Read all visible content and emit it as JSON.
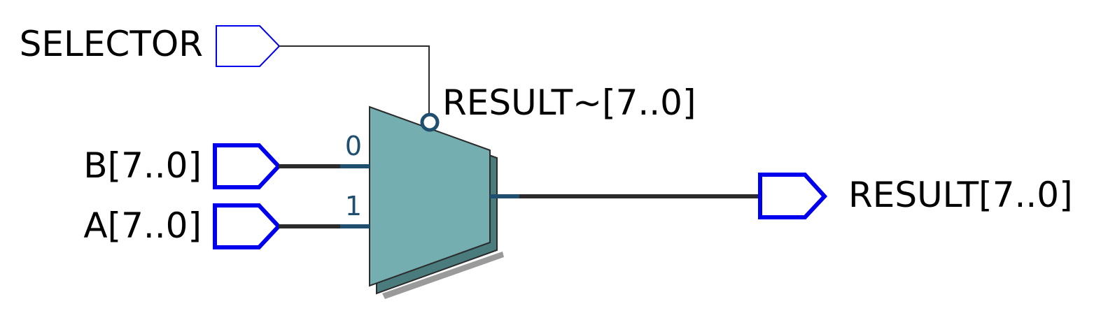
{
  "colors": {
    "port_stroke": "#0000ee",
    "wire": "#2b2b2b",
    "pin_wire": "#1f4e6e",
    "mux_fill": "#74aeb0",
    "mux_shadow": "#4a7b7d",
    "inversion_bubble": "#1f4e6e"
  },
  "inputs": {
    "selector": "SELECTOR",
    "b": "B[7..0]",
    "a": "A[7..0]"
  },
  "mux": {
    "name": "RESULT~[7..0]",
    "pin0": "0",
    "pin1": "1"
  },
  "outputs": {
    "result": "RESULT[7..0]"
  }
}
